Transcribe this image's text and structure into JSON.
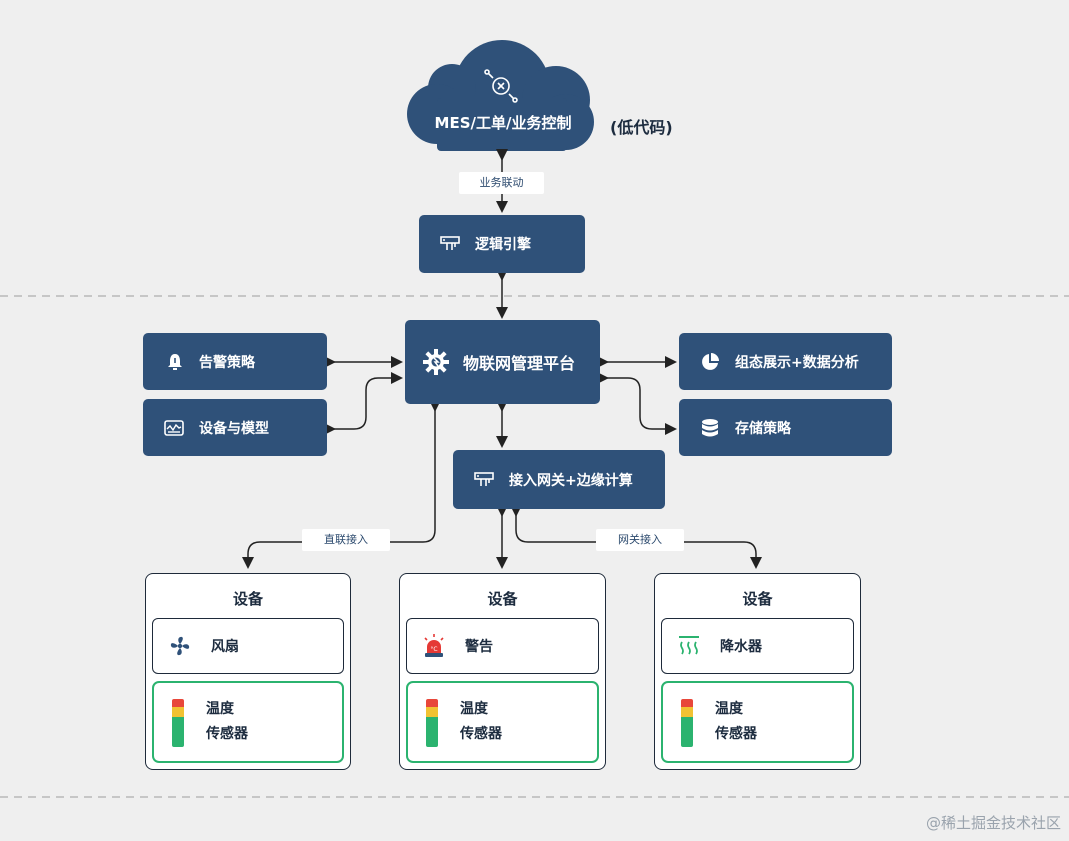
{
  "cloud": {
    "title": "MES/工单/业务控制",
    "note": "(低代码)",
    "icon": "robot-bug-icon"
  },
  "edge_labels": {
    "business_link": "业务联动",
    "direct_access": "直联接入",
    "gateway_access": "网关接入"
  },
  "logic_engine": {
    "label": "逻辑引擎",
    "icon": "server-icon"
  },
  "platform": {
    "label": "物联网管理平台",
    "icon": "gear-icon"
  },
  "left_modules": [
    {
      "label": "告警策略",
      "icon": "bell-icon"
    },
    {
      "label": "设备与模型",
      "icon": "device-model-icon"
    }
  ],
  "right_modules": [
    {
      "label": "组态展示+数据分析",
      "icon": "pie-chart-icon"
    },
    {
      "label": "存储策略",
      "icon": "database-icon"
    }
  ],
  "gateway": {
    "label": "接入网关+边缘计算",
    "icon": "server-icon"
  },
  "devices": [
    {
      "title": "设备",
      "actuator": "风扇",
      "actuator_icon": "fan-icon",
      "sensor_line1": "温度",
      "sensor_line2": "传感器"
    },
    {
      "title": "设备",
      "actuator": "警告",
      "actuator_icon": "alarm-siren-icon",
      "sensor_line1": "温度",
      "sensor_line2": "传感器"
    },
    {
      "title": "设备",
      "actuator": "降水器",
      "actuator_icon": "steam-icon",
      "sensor_line1": "温度",
      "sensor_line2": "传感器"
    }
  ],
  "colors": {
    "box": "#2f5179",
    "sensor_border": "#2bb36f",
    "bar_red": "#e8473a",
    "bar_yellow": "#f1c232",
    "bar_green": "#2bb36f"
  },
  "watermark": "@稀土掘金技术社区"
}
